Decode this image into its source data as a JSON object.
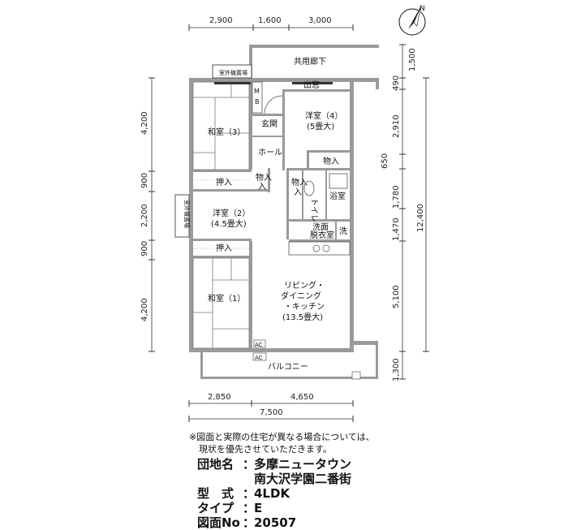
{
  "dimensions": {
    "top": [
      "2,900",
      "1,600",
      "3,000"
    ],
    "bottom": [
      "2,850",
      "4,650"
    ],
    "bottom_total": "7,500",
    "left": [
      "4,200",
      "900",
      "2,200",
      "900",
      "4,200"
    ],
    "right": [
      "1,500",
      "490",
      "2,910",
      "650",
      "1,780",
      "1,470",
      "5,100",
      "1,300"
    ],
    "right_total": "12,400"
  },
  "rooms": {
    "corridor": "共用廊下",
    "demado": "出窓",
    "outdoor_unit_top": "室外機置場",
    "outdoor_unit_left": "室外機置場",
    "washitsu3": "和室（3）",
    "youshitsu4": "洋室（4）",
    "youshitsu4_size": "(5畳大)",
    "genkan": "玄関",
    "hall": "ホール",
    "monoire1": "物入",
    "monoire2": "物入",
    "monoire3": "物入",
    "oshiire1": "押入",
    "oshiire2": "押入",
    "toilet": "トイレ",
    "bath": "浴室",
    "youshitsu2": "洋室（2）",
    "youshitsu2_size": "(4.5畳大)",
    "senmen": "洗面",
    "datsui": "脱衣室",
    "sen": "洗",
    "ldk1": "リビング・",
    "ldk2": "ダイニング",
    "ldk3": "・キッチン",
    "ldk_size": "(13.5畳大)",
    "washitsu1": "和室（1）",
    "ac1": "AC",
    "ac2": "AC",
    "balcony": "バルコニー",
    "mb": "M",
    "mb2": "B"
  },
  "note": [
    "※図面と実際の住宅が異なる場合については、",
    "現状を優先させていただきます。"
  ],
  "info": {
    "danchi_label": "団地名",
    "danchi_line1": "多摩ニュータウン",
    "danchi_line2": "南大沢学園二番街",
    "type_label": "型　式",
    "type_value": "4LDK",
    "taipu_label": "タイプ",
    "taipu_value": "E",
    "zumen_label": "図面No",
    "zumen_value": "20507",
    "colon": "："
  },
  "compass": "N"
}
